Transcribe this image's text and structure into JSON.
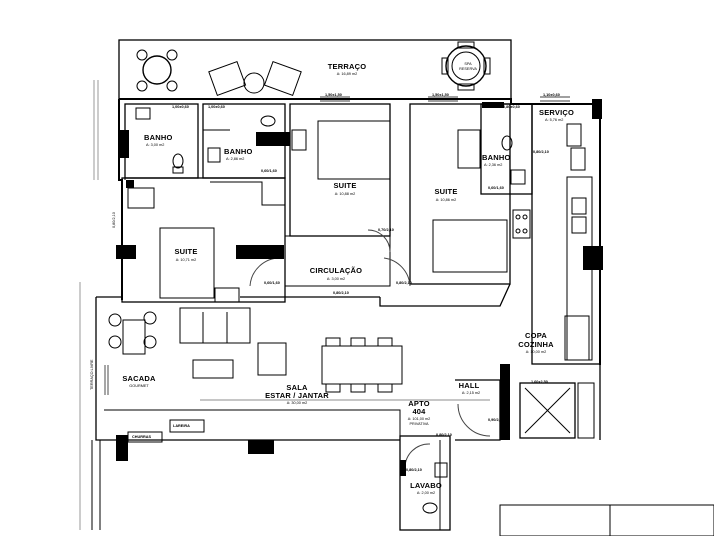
{
  "rooms": {
    "terraco": {
      "name": "TERRAÇO",
      "area": "A: 16,89 m2"
    },
    "spa": {
      "name": "SPA",
      "note": "RESERVA"
    },
    "banho1": {
      "name": "BANHO",
      "area": "A: 3,00 m2"
    },
    "banho2": {
      "name": "BANHO",
      "area": "A: 2,86 m2"
    },
    "banho3": {
      "name": "BANHO",
      "area": "A: 2,36 m2"
    },
    "suite1": {
      "name": "SUITE",
      "area": "A: 10,88 m2"
    },
    "suite2": {
      "name": "SUITE",
      "area": "A: 10,86 m2"
    },
    "suite3": {
      "name": "SUITE",
      "area": "A: 10,71 m2"
    },
    "servico": {
      "name": "SERVIÇO",
      "area": "A: 5,76 m2"
    },
    "circulacao": {
      "name": "CIRCULAÇÃO",
      "area": "A: 3,00 m2"
    },
    "copa": {
      "name": "COPA",
      "name2": "COZINHA",
      "area": "A: 10,00 m2"
    },
    "sacada": {
      "name": "SACADA",
      "note": "GOURMET"
    },
    "sala": {
      "name": "SALA",
      "name2": "ESTAR / JANTAR",
      "area": "A: 30,00 m2"
    },
    "hall": {
      "name": "HALL",
      "area": "A: 2,15 m2"
    },
    "apto": {
      "name": "APTO",
      "number": "404",
      "area": "A: 101,00 m2",
      "note": "PRIVATIVA"
    },
    "lavabo": {
      "name": "LAVABO",
      "area": "A: 2,00 m2"
    },
    "churrasqueira": {
      "name": "CHURRAS"
    },
    "lareira": {
      "name": "LAREIRA"
    }
  },
  "dimensions": {
    "d1": "1,00x0,60",
    "d2": "1,00x0,60",
    "d3": "1,50x1,50",
    "d4": "1,50x1,50",
    "d5": "0,80x0,60",
    "d6": "1,10x0,60",
    "d7": "0,60/1,60",
    "d8": "0,60/1,60",
    "d9": "0,60/1,60",
    "d10": "0,80/2,10",
    "d11": "0,80/2,10",
    "d12": "0,70/2,10",
    "d13": "0,80/2,10",
    "d14": "0,80/2,10",
    "d15": "0,90/2,10",
    "d16": "0,80/2,10",
    "d17": "1,60x2,50"
  },
  "side_labels": {
    "left": "TERRAÇO LIVRE",
    "left2": "0,80/2,10"
  }
}
